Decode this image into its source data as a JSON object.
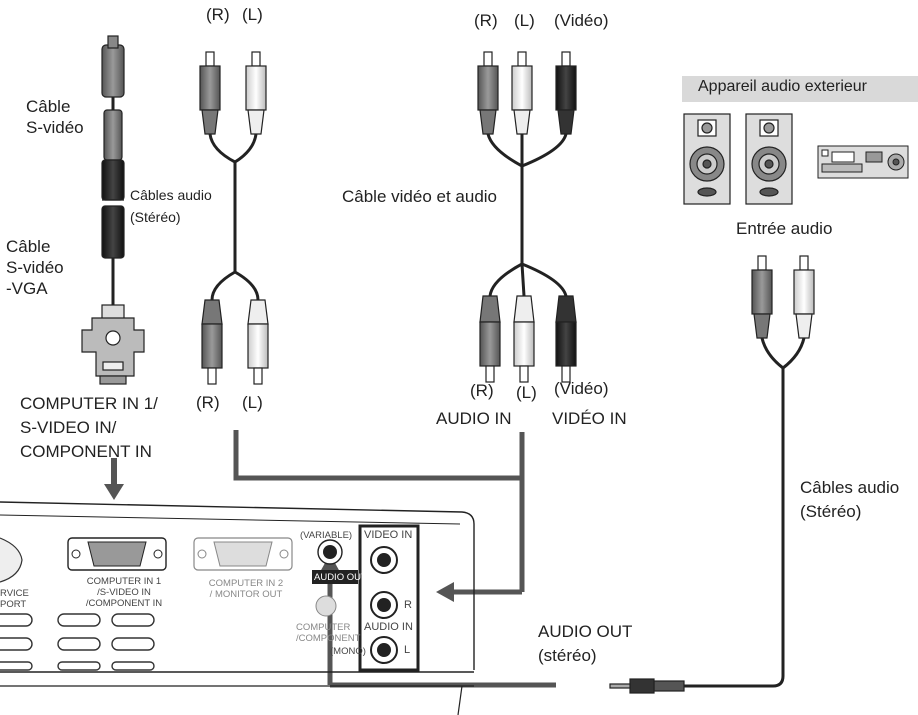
{
  "labels": {
    "r_top_left": "(R)",
    "l_top_left": "(L)",
    "r_top_mid": "(R)",
    "l_top_mid": "(L)",
    "video_top_mid": "(Vidéo)",
    "cable_svideo": "Câble\nS-vidéo",
    "cables_audio_stereo_left": "Câbles audio\n(Stéréo)",
    "cable_svideo_vga": "Câble\nS-vidéo\n-VGA",
    "cable_video_audio": "Câble vidéo et audio",
    "external_audio_device": "Appareil audio exterieur",
    "audio_input": "Entrée audio",
    "r_bottom_left": "(R)",
    "l_bottom_left": "(L)",
    "r_bottom_mid": "(R)",
    "l_bottom_mid": "(L)",
    "video_bottom_mid": "(Vidéo)",
    "audio_in": "AUDIO IN",
    "video_in": "VIDÉO IN",
    "computer_in_block": "COMPUTER IN 1/\nS-VIDEO IN/\nCOMPONENT IN",
    "cables_audio_stereo_right": "Câbles audio\n(Stéréo)",
    "audio_out_stereo": "AUDIO OUT\n(stéréo)"
  },
  "panel": {
    "service_port": "RVICE\nPORT",
    "computer_in_1": "COMPUTER IN 1\n/S-VIDEO IN\n/COMPONENT IN",
    "computer_in_2": "COMPUTER IN 2\n/ MONITOR OUT",
    "variable": "(VARIABLE)",
    "audio_out": "AUDIO OUT",
    "video_in": "VIDEO IN",
    "r": "R",
    "audio_in": "AUDIO IN",
    "l": "L",
    "computer_component": "COMPUTER\n/COMPONENT",
    "mono": "(MONO)"
  }
}
